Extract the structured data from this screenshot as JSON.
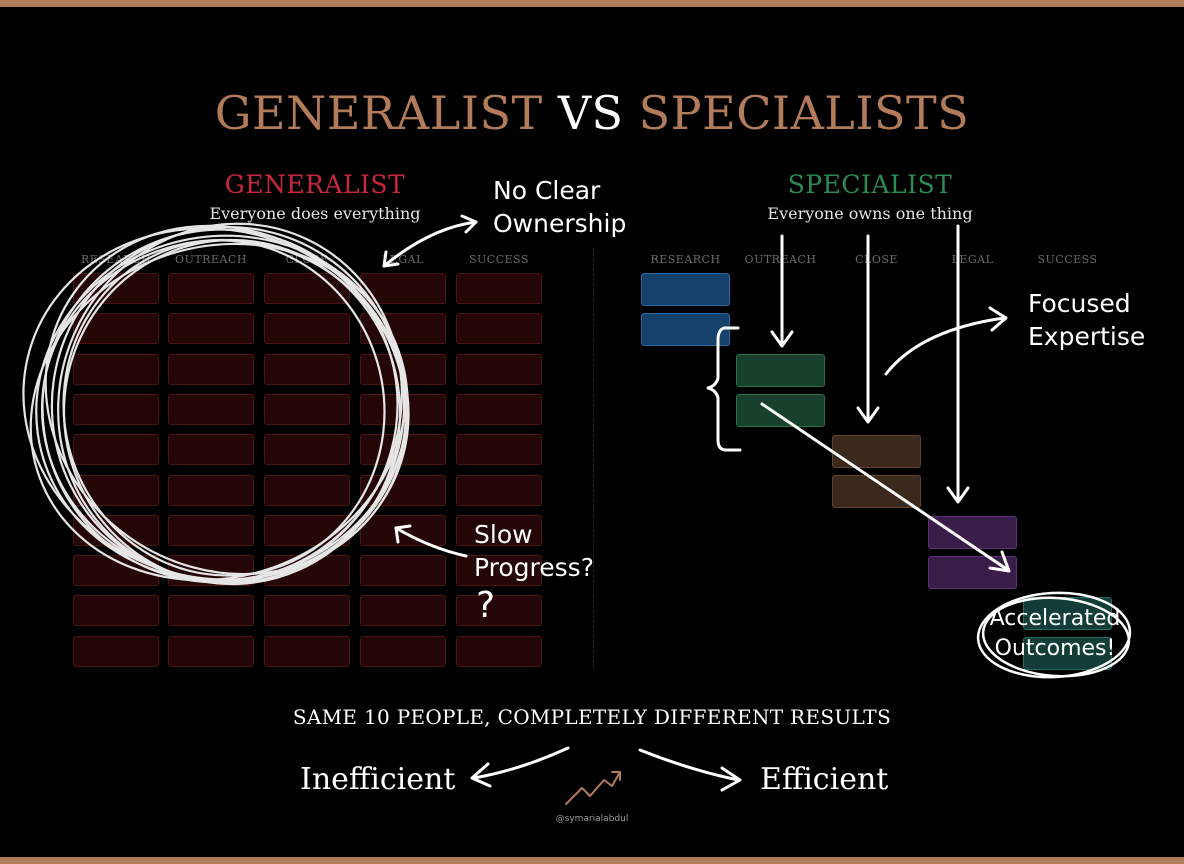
{
  "title": {
    "part1": "GENERALIST",
    "part2": "VS",
    "part3": "SPECIALISTS"
  },
  "colors": {
    "accent": "#b27b5a",
    "generalist": "#c8283f",
    "specialist": "#2a8c55",
    "research": "#16416b",
    "outreach": "#17412a",
    "close": "#3a291c",
    "legal": "#3a1c48",
    "success": "#123d38"
  },
  "generalist": {
    "title": "GENERALIST",
    "subtitle": "Everyone does everything",
    "columns": [
      "RESEARCH",
      "OUTREACH",
      "CLOSE",
      "LEGAL",
      "SUCCESS"
    ],
    "rows": 10
  },
  "specialist": {
    "title": "SPECIALIST",
    "subtitle": "Everyone owns one thing",
    "columns": [
      "RESEARCH",
      "OUTREACH",
      "CLOSE",
      "LEGAL",
      "SUCCESS"
    ],
    "blocks_per_column": 2
  },
  "annotations": {
    "no_clear_1": "No Clear",
    "no_clear_2": "Ownership",
    "slow_1": "Slow",
    "slow_2": "Progress?",
    "question": "?",
    "focused_1": "Focused",
    "focused_2": "Expertise",
    "accelerated_1": "Accelerated",
    "accelerated_2": "Outcomes!"
  },
  "bottom": {
    "headline": "SAME 10 PEOPLE, COMPLETELY DIFFERENT RESULTS",
    "left_word": "Inefficient",
    "right_word": "Efficient",
    "watermark": "@symarialabdul"
  }
}
